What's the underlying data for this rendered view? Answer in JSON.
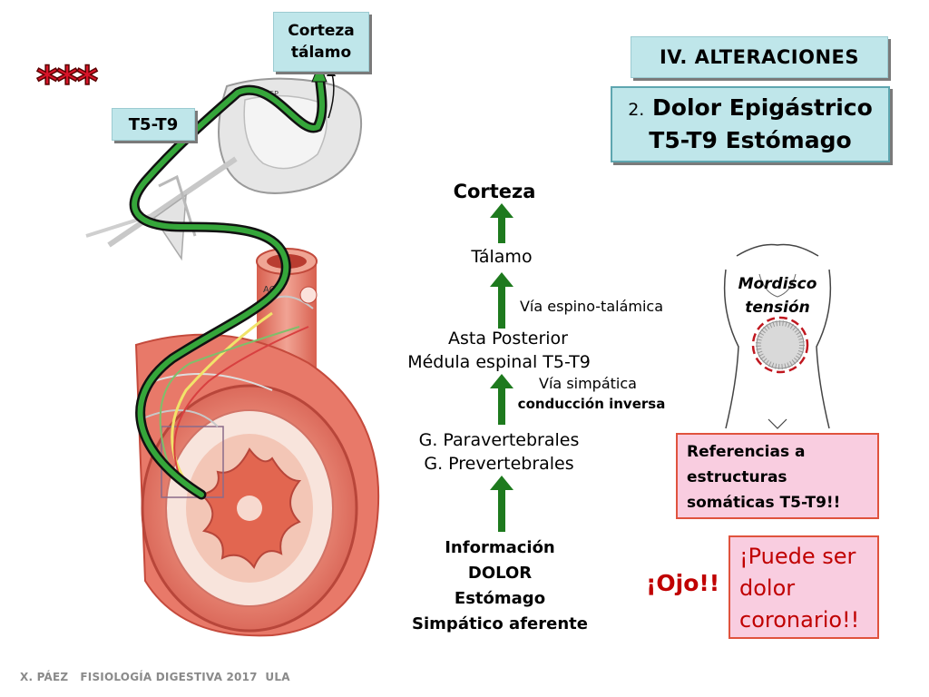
{
  "labels": {
    "corteza_talamo": [
      "Corteza",
      "tálamo"
    ],
    "spinal_level": "T5-T9",
    "stars": "***"
  },
  "header": {
    "section": "IV. ALTERACIONES",
    "subtitle_number": "2.",
    "subtitle_line1": "Dolor Epigástrico",
    "subtitle_line2": "T5-T9 Estómago"
  },
  "flow": {
    "corteza": "Corteza",
    "talamo": "Tálamo",
    "via_espino": "Vía espino-talámica",
    "asta_line1": "Asta Posterior",
    "asta_line2": "Médula espinal T5-T9",
    "via_simpatica_line1": "Vía simpática",
    "via_simpatica_line2": "conducción inversa",
    "ganglios_line1": "G. Paravertebrales",
    "ganglios_line2": "G. Prevertebrales",
    "info_lines": [
      "Información",
      "DOLOR",
      "Estómago",
      "Simpático aferente"
    ]
  },
  "illustration": {
    "ach_label": "ACh",
    "sp_label": "SP"
  },
  "body_figure": {
    "caption_line1": "Mordisco",
    "caption_line2": "tensión"
  },
  "notes": {
    "referencias_lines": [
      "Referencias a",
      "estructuras",
      "somáticas T5-T9!!"
    ],
    "ojo": "¡Ojo!!",
    "coronario_lines": [
      "¡Puede ser",
      "dolor",
      "coronario!!"
    ]
  },
  "footer": "X. PÁEZ   FISIOLOGÍA DIGESTIVA 2017  ULA",
  "colors": {
    "arrow_green": "#1e7a1e",
    "box_teal": "#bfe6ea",
    "box_pink": "#f9cde0",
    "alert_red": "#c00000",
    "stomach_red": "#e2685e"
  }
}
